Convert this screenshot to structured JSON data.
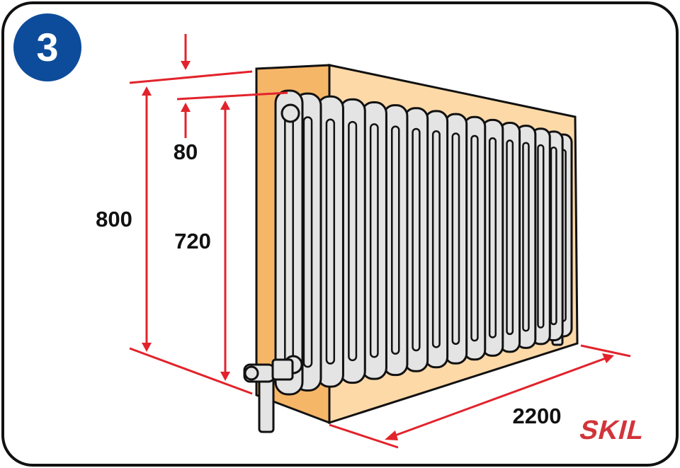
{
  "step_number": "3",
  "dimensions": {
    "top_gap": "80",
    "total_height": "800",
    "radiator_height": "720",
    "width": "2200"
  },
  "brand": "SKIL",
  "colors": {
    "badge": "#0d4c9a",
    "dimension": "#e2232b",
    "box_front": "#fdd9a8",
    "box_side": "#f6b668",
    "radiator": "#e4e4e4",
    "brand": "#d2343a"
  },
  "radiator_sections": 16
}
